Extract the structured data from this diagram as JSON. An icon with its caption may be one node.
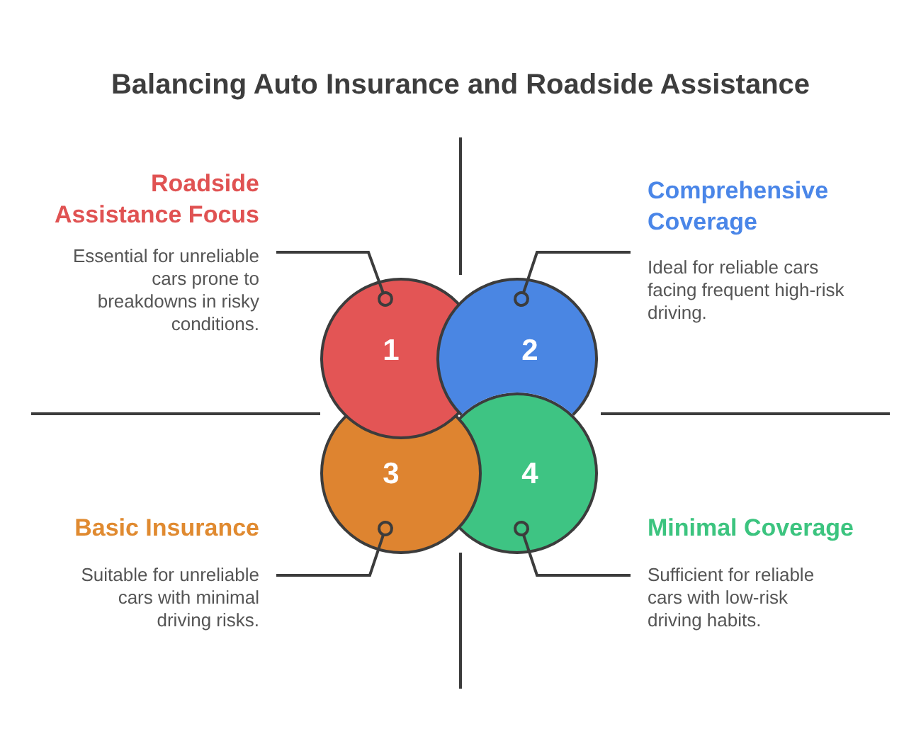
{
  "diagram": {
    "title": "Balancing Auto Insurance and Roadside Assistance",
    "nodes": [
      {
        "text": [
          "Roadside Assistance Focus",
          "Essential for unreliable cars prone to breakdowns in risky conditions."
        ]
      },
      {
        "text": [
          "Comprehensive Coverage",
          "Ideal for reliable cars facing frequent high-risk driving."
        ]
      },
      {
        "text": [
          "1"
        ]
      },
      {
        "text": [
          "2"
        ]
      },
      {
        "text": [
          "3"
        ]
      },
      {
        "text": [
          "4"
        ]
      },
      {
        "text": [
          "Basic Insurance",
          "Suitable for unreliable cars with minimal driving risks."
        ]
      },
      {
        "text": [
          "Minimal Coverage",
          "Sufficient for reliable cars with low-risk driving habits."
        ]
      }
    ],
    "edges": [
      {
        "from": 0,
        "to": 2,
        "arrow": "other"
      },
      {
        "from": 1,
        "to": 3,
        "arrow": "other"
      },
      {
        "from": 6,
        "to": 4,
        "arrow": "other"
      },
      {
        "from": 7,
        "to": 5,
        "arrow": "other"
      }
    ]
  }
}
